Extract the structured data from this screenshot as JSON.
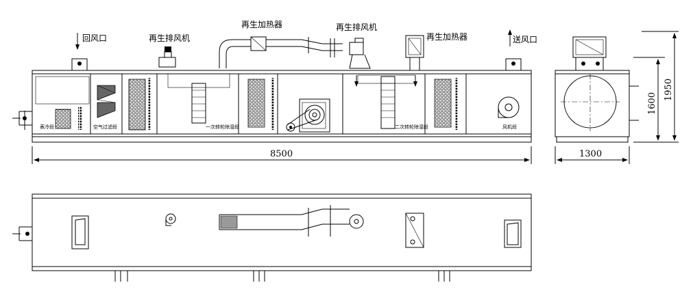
{
  "labels": {
    "return_air": "回风口",
    "regen_fan_1": "再生排风机",
    "regen_heater_1": "再生加热器",
    "regen_fan_2": "再生排风机",
    "regen_heater_2": "再生加热器",
    "supply_air": "送风口"
  },
  "sections": {
    "cooling": "表冷段",
    "filter": "空气过滤段",
    "rotor_1": "一次转轮除湿段",
    "rotor_2": "二次转轮除湿段",
    "fan": "风机段"
  },
  "dimensions": {
    "total_length": "8500",
    "total_width": "1300",
    "body_height": "1600",
    "total_height": "1950"
  }
}
